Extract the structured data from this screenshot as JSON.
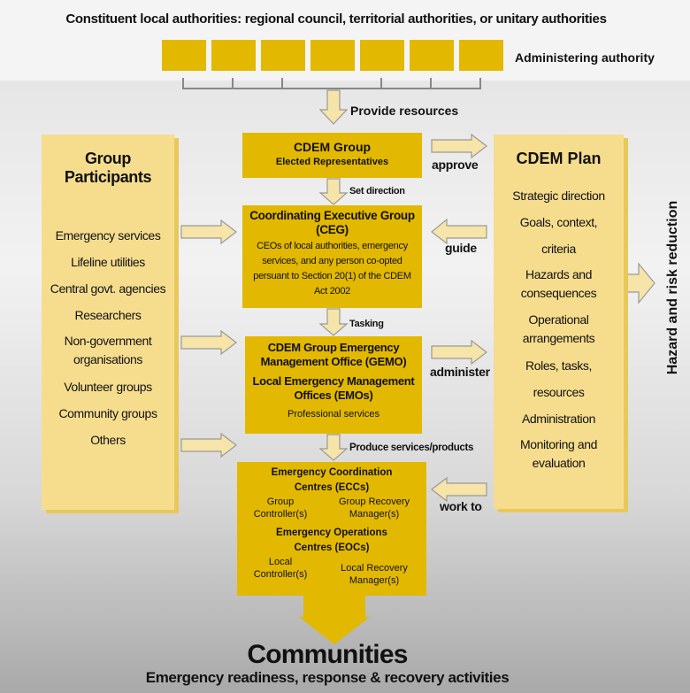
{
  "header": {
    "title": "Constituent local authorities: regional council, territorial authorities, or unitary authorities",
    "administering_label": "Administering authority",
    "provide_label": "Provide resources"
  },
  "participants": {
    "title": "Group Participants",
    "items": [
      "Emergency services",
      "Lifeline utilities",
      "Central govt. agencies",
      "Researchers",
      "Non-government organisations",
      "Volunteer groups",
      "Community groups",
      "Others"
    ]
  },
  "plan": {
    "title": "CDEM Plan",
    "items": [
      "Strategic direction",
      "Goals, context, criteria",
      "Hazards and consequences",
      "Operational arrangements",
      "Roles, tasks, resources",
      "Administration",
      "Monitoring and evaluation"
    ]
  },
  "cdem_group": {
    "title": "CDEM Group",
    "subtitle": "Elected Representatives"
  },
  "ceg": {
    "title": "Coordinating Executive Group (CEG)",
    "body": "CEOs of local authorities, emergency services, and any person co-opted persuant to Section 20(1) of the CDEM Act 2002"
  },
  "gemo": {
    "title1": "CDEM Group Emergency Management Office (GEMO)",
    "title2": "Local Emergency Management Offices (EMOs)",
    "body": "Professional services"
  },
  "centres": {
    "ecc_title": "Emergency Coordination Centres (ECCs)",
    "ecc_left": "Group Controller(s)",
    "ecc_right": "Group Recovery Manager(s)",
    "eoc_title": "Emergency Operations Centres (EOCs)",
    "eoc_left": "Local Controller(s)",
    "eoc_right": "Local Recovery Manager(s)"
  },
  "flows": {
    "set_direction": "Set direction",
    "tasking": "Tasking",
    "produce": "Produce services/products",
    "approve": "approve",
    "guide": "guide",
    "administer": "administer",
    "work_to": "work to"
  },
  "side_label": "Hazard and risk reduction",
  "footer": {
    "title": "Communities",
    "subtitle": "Emergency readiness, response & recovery activities"
  }
}
